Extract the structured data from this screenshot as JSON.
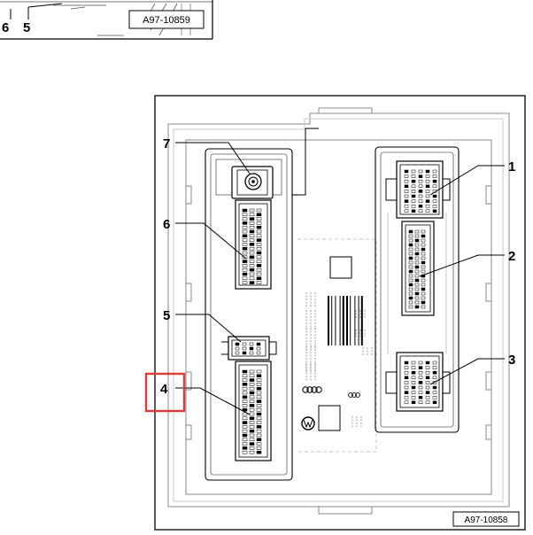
{
  "top_crop": {
    "labels": [
      "6",
      "5"
    ],
    "ref_code": "A97-10859"
  },
  "diagram": {
    "ref_code": "A97-10858",
    "callouts": [
      {
        "id": "1",
        "label": "1"
      },
      {
        "id": "2",
        "label": "2"
      },
      {
        "id": "3",
        "label": "3"
      },
      {
        "id": "4",
        "label": "4"
      },
      {
        "id": "5",
        "label": "5"
      },
      {
        "id": "6",
        "label": "6"
      },
      {
        "id": "7",
        "label": "7"
      }
    ],
    "highlight": {
      "callout": "4",
      "color": "#e03a3a"
    }
  },
  "colors": {
    "line": "#000000",
    "gray_line": "#8a8a8a",
    "light_gray": "#c9c9c9",
    "highlight": "#e03a3a"
  }
}
